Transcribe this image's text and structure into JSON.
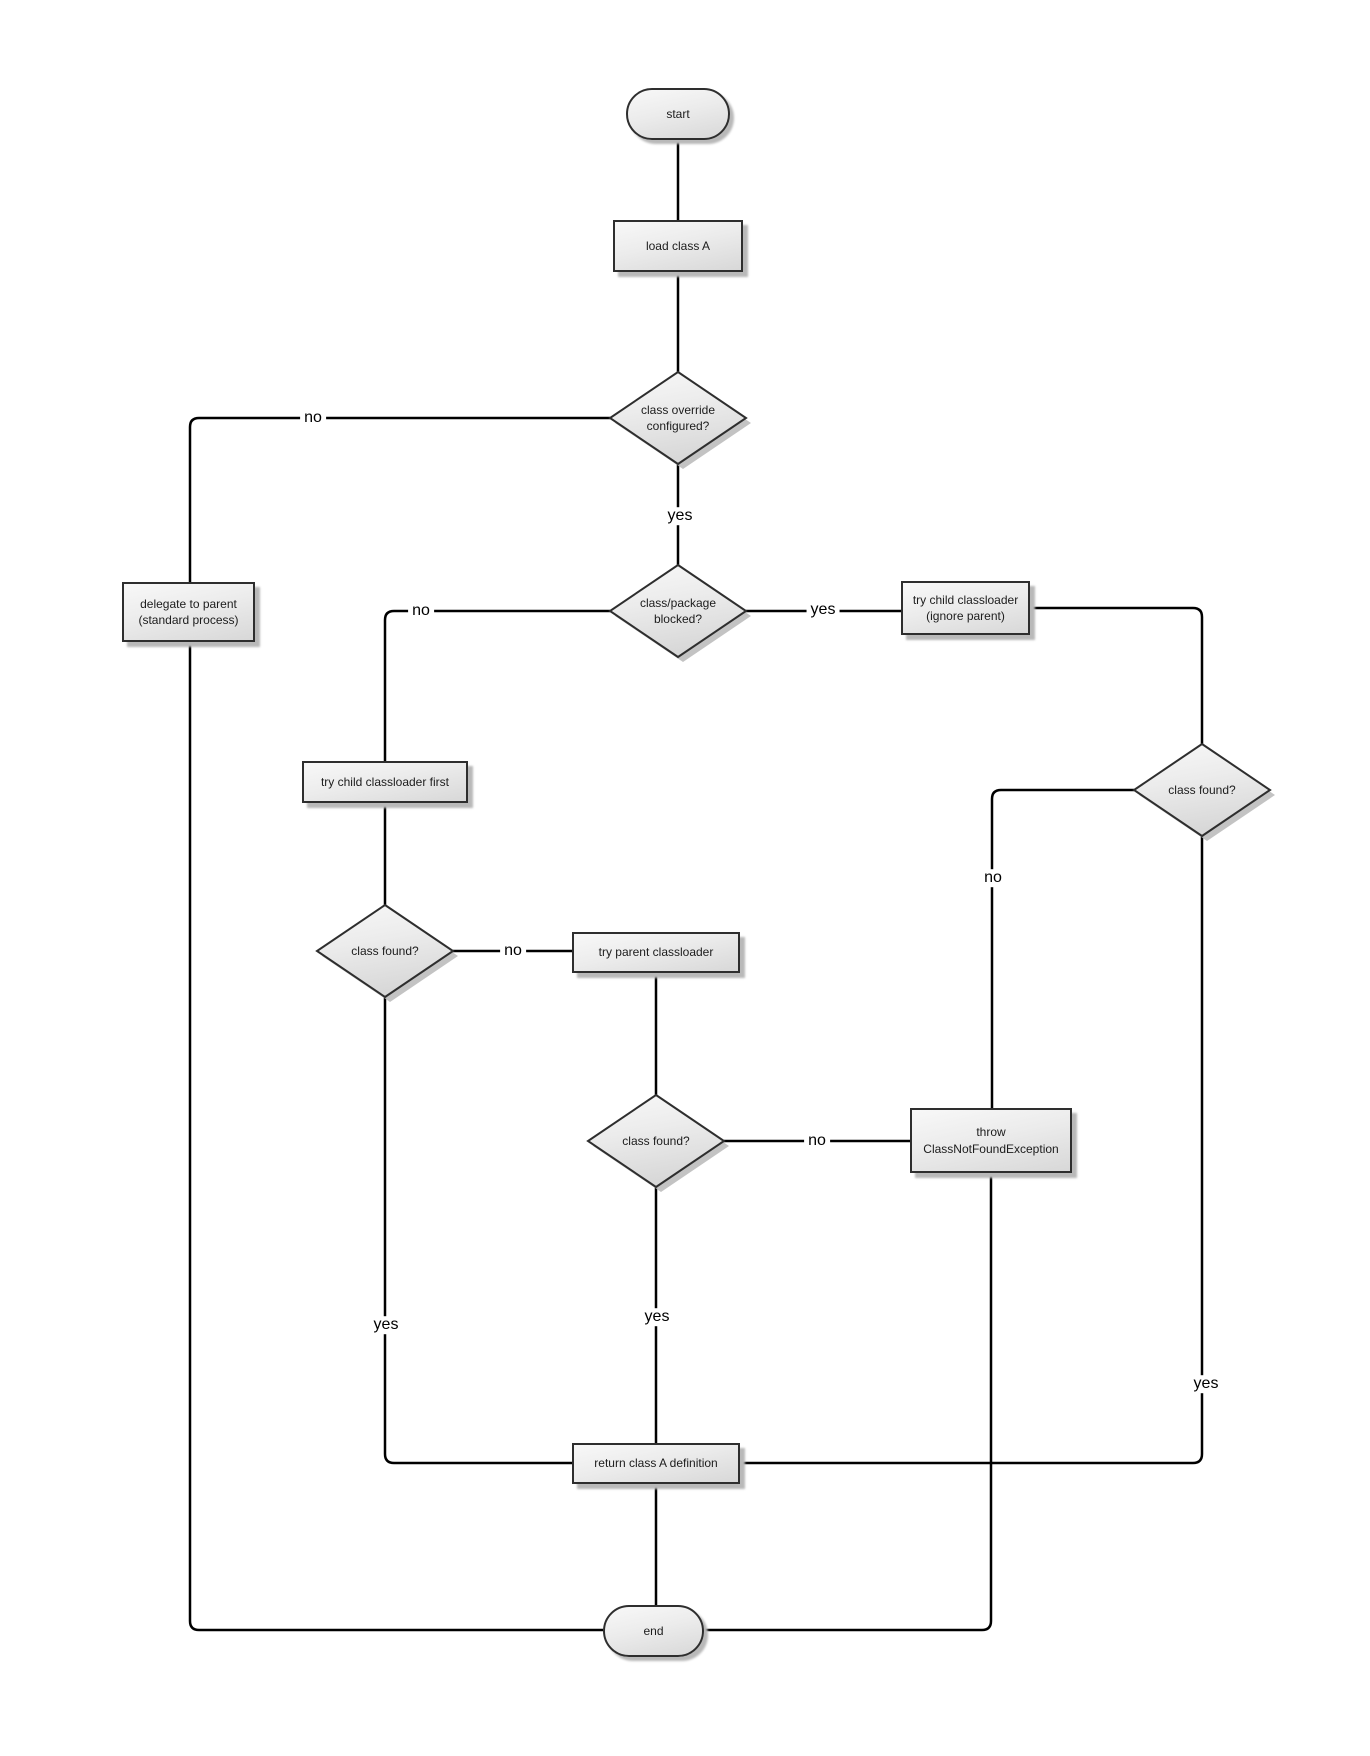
{
  "palette": {
    "background": "#ffffff",
    "node_fill_light": "#f8f8f8",
    "node_fill_dark": "#d8d8d8",
    "node_border": "#2e2e2e",
    "connector": "#000000",
    "shadow": "#b9b9b9",
    "text": "#1c1c1c"
  },
  "nodes": {
    "start": {
      "label": "start",
      "type": "terminator"
    },
    "load_class_a": {
      "label": "load class A",
      "type": "process"
    },
    "class_override_configured": {
      "label": "class override\nconfigured?",
      "type": "decision"
    },
    "delegate_to_parent": {
      "label": "delegate to parent\n(standard process)",
      "type": "process"
    },
    "class_package_blocked": {
      "label": "class/package\nblocked?",
      "type": "decision"
    },
    "try_child_ignore_parent": {
      "label": "try child classloader\n(ignore parent)",
      "type": "process"
    },
    "try_child_first": {
      "label": "try child classloader first",
      "type": "process"
    },
    "child_class_found": {
      "label": "class found?",
      "type": "decision"
    },
    "try_parent_classloader": {
      "label": "try parent classloader",
      "type": "process"
    },
    "parent_class_found": {
      "label": "class found?",
      "type": "decision"
    },
    "ignore_parent_class_found": {
      "label": "class found?",
      "type": "decision"
    },
    "throw_cnfe": {
      "label": "throw\nClassNotFoundException",
      "type": "process"
    },
    "return_class_a": {
      "label": "return class A definition",
      "type": "process"
    },
    "end": {
      "label": "end",
      "type": "terminator"
    }
  },
  "edge_labels": {
    "override_no": "no",
    "override_yes": "yes",
    "blocked_no": "no",
    "blocked_yes": "yes",
    "child_found_no": "no",
    "child_found_yes": "yes",
    "parent_found_no": "no",
    "parent_found_yes": "yes",
    "ignore_parent_found_no": "no",
    "ignore_parent_found_yes": "yes"
  }
}
